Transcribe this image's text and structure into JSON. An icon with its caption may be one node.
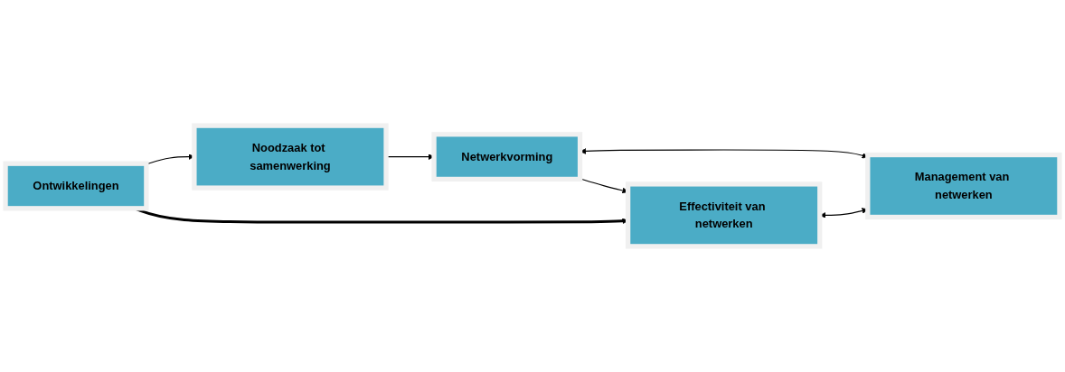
{
  "diagram": {
    "nodes": [
      {
        "text": [
          "Ontwikkelingen"
        ]
      },
      {
        "text": [
          "Noodzaak tot samenwerking"
        ]
      },
      {
        "text": [
          "Netwerkvorming"
        ]
      },
      {
        "text": [
          "Effectiviteit van netwerken"
        ]
      },
      {
        "text": [
          "Management van netwerken"
        ]
      }
    ],
    "edges": [
      {
        "from": 0,
        "to": 1,
        "arrow": "to"
      },
      {
        "from": 1,
        "to": 2,
        "arrow": "to"
      },
      {
        "from": 2,
        "to": 3,
        "arrow": "to"
      },
      {
        "from": 0,
        "to": 3,
        "arrow": "to",
        "style": "thick"
      },
      {
        "from": 2,
        "to": 4,
        "arrow": "both"
      },
      {
        "from": 3,
        "to": 4,
        "arrow": "both"
      }
    ]
  }
}
